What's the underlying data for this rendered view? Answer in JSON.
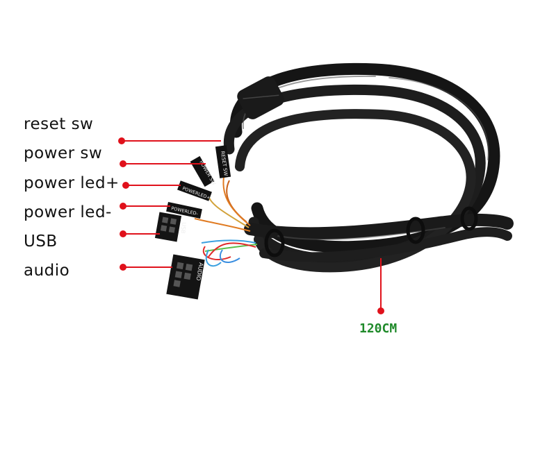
{
  "labels": {
    "reset_sw": "reset sw",
    "power_sw": "power sw",
    "power_led_plus": "power led+",
    "power_led_minus": "power led-",
    "usb": "USB",
    "audio": "audio"
  },
  "connectors": {
    "reset_sw": "RESET SW",
    "power_sw": "POWER SW",
    "power_led_plus": "POWERLED+",
    "power_led_minus": "POWERLED-",
    "usb": "USB",
    "audio": "AUDIO"
  },
  "length_label": "120CM",
  "colors": {
    "marker": "#e0111b",
    "length_text": "#1f8a2a",
    "cable": "#1b1b1b",
    "label_text": "#111111"
  }
}
